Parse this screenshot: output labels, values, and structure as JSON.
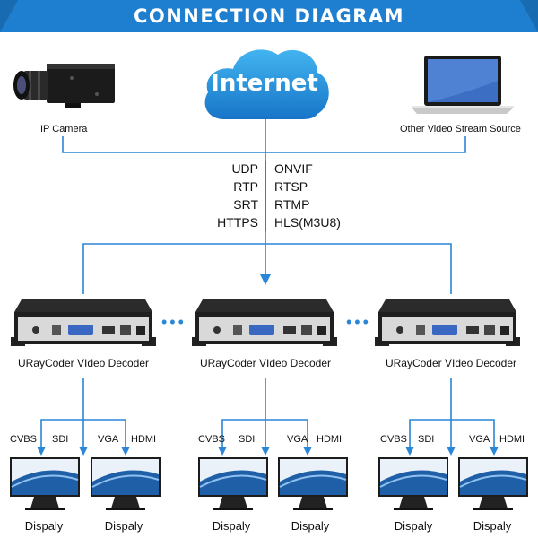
{
  "title": "CONNECTION DIAGRAM",
  "colors": {
    "banner": "#1e7fd0",
    "wire": "#2a86d6",
    "cloud_top": "#43b4f0",
    "cloud_bottom": "#1775c8"
  },
  "cloud": {
    "label": "Internet",
    "icon": "cloud-icon"
  },
  "sources": {
    "camera": {
      "label": "IP Camera",
      "icon": "ip-camera-icon"
    },
    "laptop": {
      "label": "Other Video Stream Source",
      "icon": "laptop-icon"
    }
  },
  "protocols": {
    "left": [
      "UDP",
      "RTP",
      "SRT",
      "HTTPS"
    ],
    "right": [
      "ONVIF",
      "RTSP",
      "RTMP",
      "HLS(M3U8)"
    ]
  },
  "decoders": [
    {
      "label": "URayCoder VIdeo Decoder",
      "icon": "video-decoder-icon"
    },
    {
      "label": "URayCoder VIdeo Decoder",
      "icon": "video-decoder-icon"
    },
    {
      "label": "URayCoder VIdeo Decoder",
      "icon": "video-decoder-icon"
    }
  ],
  "outputs": [
    "CVBS",
    "SDI",
    "VGA",
    "HDMI"
  ],
  "displays": [
    "Dispaly",
    "Dispaly",
    "Dispaly",
    "Dispaly",
    "Dispaly",
    "Dispaly"
  ]
}
